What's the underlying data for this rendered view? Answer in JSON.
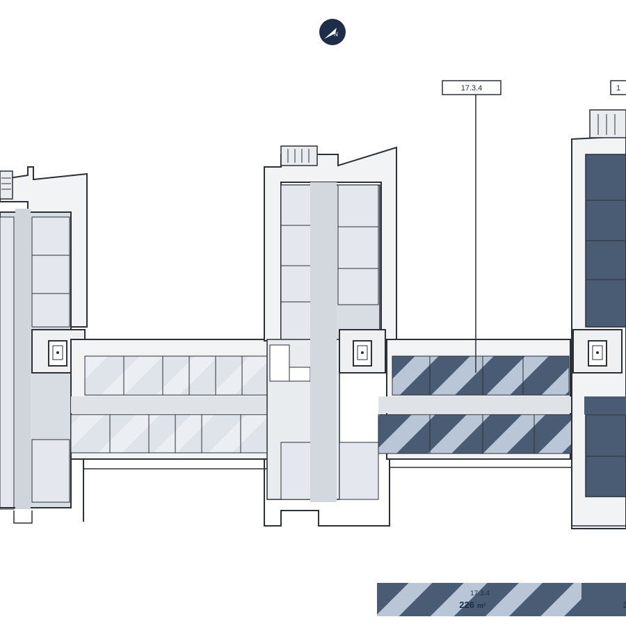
{
  "compass": {
    "icon": "north-arrow-icon",
    "letter": "N"
  },
  "callouts": [
    {
      "id": "17.3.4",
      "label": "17.3.4"
    },
    {
      "id": "partial",
      "label": "1"
    }
  ],
  "legend": [
    {
      "unit": "17.3.4",
      "area_value": "226",
      "area_unit": "m²"
    },
    {
      "unit": "",
      "area_value": "3",
      "area_unit": ""
    }
  ],
  "colors": {
    "unit_dark": "#4a5b74",
    "unit_stripe": "#b9c6d7",
    "common_fill": "#d8dde3",
    "room_fill": "#e4e8ee",
    "wall": "#2b2f36",
    "navy": "#1e2d4a"
  }
}
